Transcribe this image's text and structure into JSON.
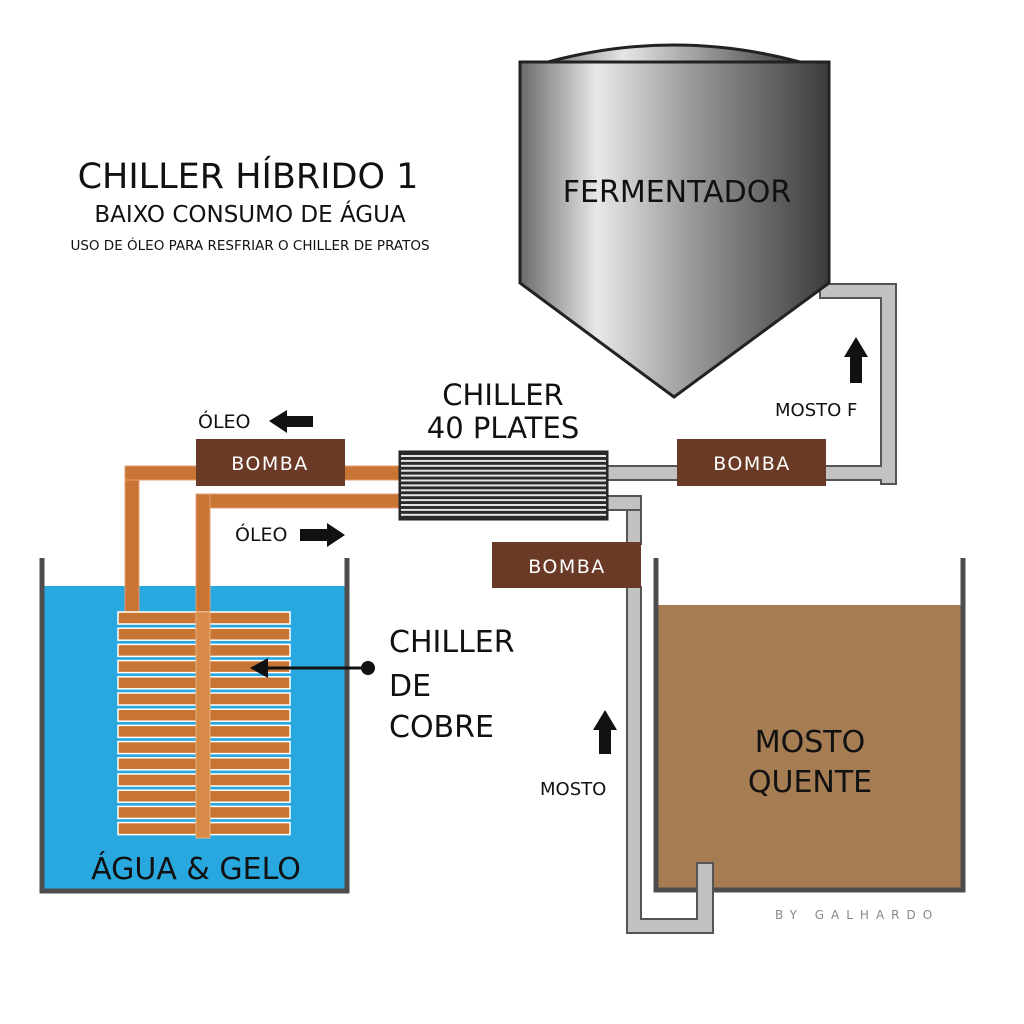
{
  "title": {
    "line1": "CHILLER HÍBRIDO 1",
    "line2": "BAIXO CONSUMO DE ÁGUA",
    "line3": "USO DE ÓLEO PARA RESFRIAR O CHILLER DE PRATOS"
  },
  "fermenter": {
    "label": "FERMENTADOR"
  },
  "plate_chiller": {
    "line1": "CHILLER",
    "line2": "40 PLATES"
  },
  "pumps": {
    "oil": "BOMBA",
    "to_fermenter": "BOMBA",
    "wort": "BOMBA"
  },
  "flow_labels": {
    "oil_out": "ÓLEO",
    "oil_in": "ÓLEO",
    "mosto_f": "MOSTO F",
    "mosto": "MOSTO"
  },
  "copper_chiller": {
    "line1": "CHILLER",
    "line2": "DE",
    "line3": "COBRE"
  },
  "ice_tank": {
    "label": "ÁGUA & GELO"
  },
  "hot_wort_tank": {
    "line1": "MOSTO",
    "line2": "QUENTE"
  },
  "credit": "BY GALHARDO",
  "colors": {
    "water": "#29a8df",
    "wort": "#a67c52",
    "copper": "#c87533",
    "pump": "#6b3a26",
    "pipe_gray": "#b3b3b3",
    "tank_wall": "#4d4d4d"
  }
}
